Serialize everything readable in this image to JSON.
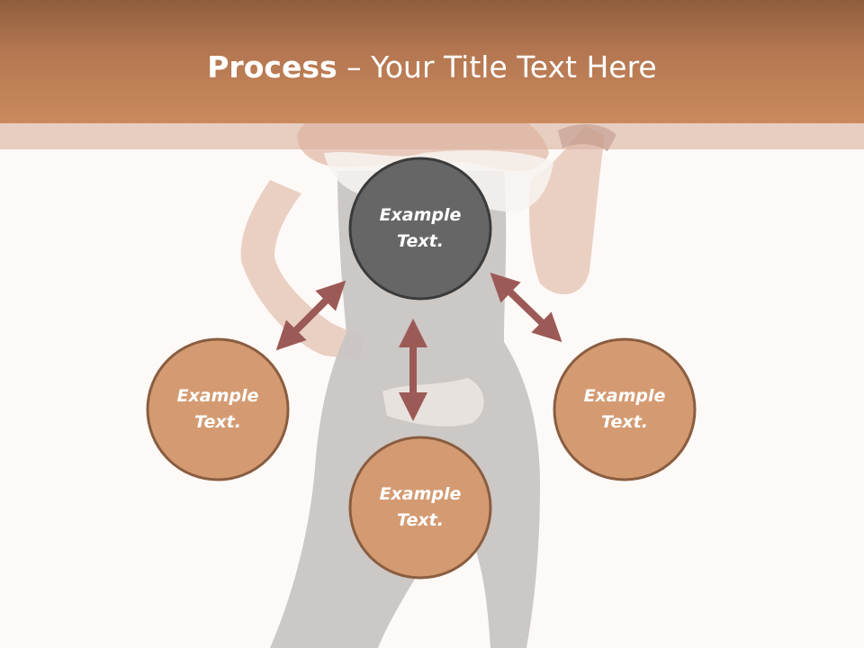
{
  "title": {
    "bold": "Process",
    "separator": " – ",
    "rest": "Your Title Text Here"
  },
  "nodes": [
    {
      "label": "Example Text.",
      "line1": "Example",
      "line2": "Text.",
      "role": "center"
    },
    {
      "label": "Example Text.",
      "line1": "Example",
      "line2": "Text.",
      "role": "left"
    },
    {
      "label": "Example Text.",
      "line1": "Example",
      "line2": "Text.",
      "role": "bottom"
    },
    {
      "label": "Example Text.",
      "line1": "Example",
      "line2": "Text.",
      "role": "right"
    }
  ],
  "colors": {
    "header_top": "#8f5e3e",
    "header_bottom": "#cb8a5e",
    "center_fill": "#666666",
    "node_fill": "#d49b72",
    "node_border": "#8a5d40",
    "arrow": "#9c5a56",
    "background": "#fdf9f7"
  },
  "icons": [
    "woman-photo-background",
    "double-arrow-icon"
  ]
}
